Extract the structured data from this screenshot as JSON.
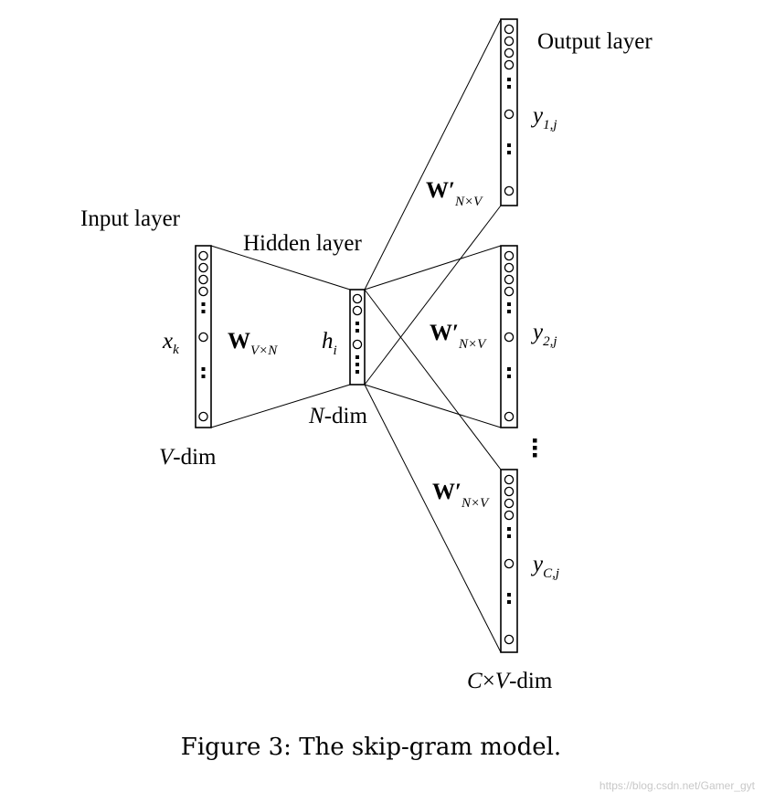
{
  "labels": {
    "input_layer": "Input layer",
    "hidden_layer": "Hidden layer",
    "output_layer": "Output layer",
    "x_base": "x",
    "x_sub": "k",
    "h_base": "h",
    "h_sub": "i",
    "w_in_base": "W",
    "w_in_sub": "V×N",
    "w_out_base": "W′",
    "w_out_sub": "N×V",
    "y1_base": "y",
    "y1_sub": "1,j",
    "y2_base": "y",
    "y2_sub": "2,j",
    "yc_base": "y",
    "yc_sub": "C,j",
    "v_dim_var": "V",
    "v_dim_rest": "-dim",
    "n_dim_var": "N",
    "n_dim_rest": "-dim",
    "cv_dim_c": "C",
    "cv_dim_times": "×",
    "cv_dim_v": "V",
    "cv_dim_rest": "-dim"
  },
  "caption": "Figure 3: The skip-gram model.",
  "watermark": "https://blog.csdn.net/Gamer_gyt"
}
